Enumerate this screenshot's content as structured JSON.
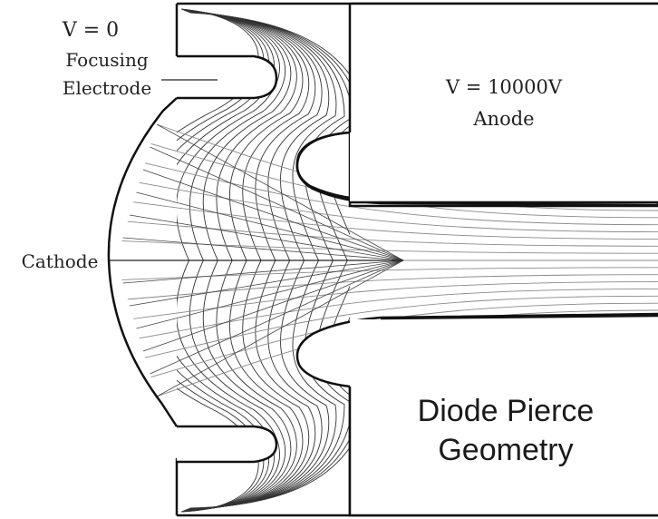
{
  "labels": {
    "focus_voltage": "V = 0",
    "focus_line1": "Focusing",
    "focus_line2": "Electrode",
    "anode_voltage": "V = 10000V",
    "anode_name": "Anode",
    "cathode": "Cathode",
    "title_line1": "Diode Pierce",
    "title_line2": "Geometry"
  },
  "colors": {
    "background": "#ffffff",
    "outline": "#111111",
    "field_lines": "#333333",
    "beam_lines": "#8a8a8a",
    "text": "#222222"
  }
}
